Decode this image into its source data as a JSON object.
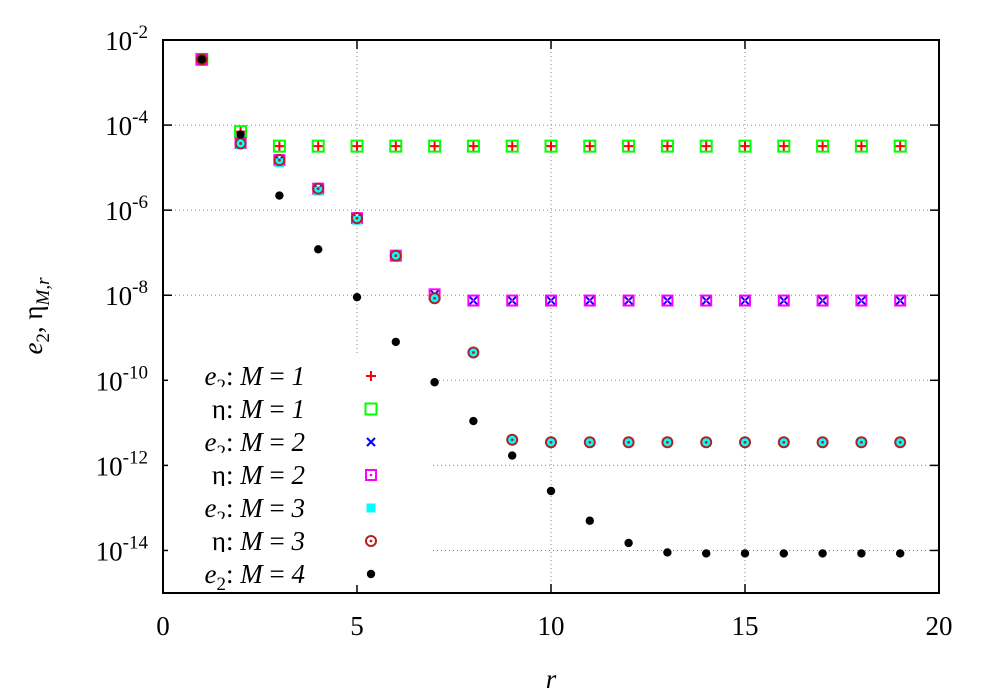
{
  "chart_data": {
    "type": "scatter",
    "x_axis": {
      "label": "r",
      "range": [
        0,
        20
      ],
      "ticks": [
        0,
        5,
        10,
        15,
        20
      ]
    },
    "y_axis": {
      "label_parts": [
        "e",
        "2",
        ", η",
        "M,r"
      ],
      "scale": "log",
      "range": [
        1e-15,
        0.01
      ],
      "ticks": [
        {
          "value": 0.01,
          "base": "10",
          "exp": "-2"
        },
        {
          "value": 0.0001,
          "base": "10",
          "exp": "-4"
        },
        {
          "value": 1e-06,
          "base": "10",
          "exp": "-6"
        },
        {
          "value": 1e-08,
          "base": "10",
          "exp": "-8"
        },
        {
          "value": 1e-10,
          "base": "10",
          "exp": "-10"
        },
        {
          "value": 1e-12,
          "base": "10",
          "exp": "-12"
        },
        {
          "value": 1e-14,
          "base": "10",
          "exp": "-14"
        }
      ]
    },
    "grid": true,
    "legend_position": "bottom-left",
    "series": [
      {
        "name": "e2: M = 1",
        "label_parts": [
          "e",
          "2",
          ": M = 1"
        ],
        "color": "#ff0000",
        "marker": "plus",
        "x": [
          1,
          2,
          3,
          4,
          5,
          6,
          7,
          8,
          9,
          10,
          11,
          12,
          13,
          14,
          15,
          16,
          17,
          18,
          19
        ],
        "y": [
          0.0035,
          7e-05,
          3.2e-05,
          3.2e-05,
          3.2e-05,
          3.2e-05,
          3.2e-05,
          3.2e-05,
          3.2e-05,
          3.2e-05,
          3.2e-05,
          3.2e-05,
          3.2e-05,
          3.2e-05,
          3.2e-05,
          3.2e-05,
          3.2e-05,
          3.2e-05,
          3.2e-05
        ]
      },
      {
        "name": "η: M = 1",
        "label_parts": [
          "η",
          "",
          ": M = 1"
        ],
        "color": "#00ff00",
        "marker": "square-open",
        "x": [
          1,
          2,
          3,
          4,
          5,
          6,
          7,
          8,
          9,
          10,
          11,
          12,
          13,
          14,
          15,
          16,
          17,
          18,
          19
        ],
        "y": [
          0.0035,
          7e-05,
          3.2e-05,
          3.2e-05,
          3.2e-05,
          3.2e-05,
          3.2e-05,
          3.2e-05,
          3.2e-05,
          3.2e-05,
          3.2e-05,
          3.2e-05,
          3.2e-05,
          3.2e-05,
          3.2e-05,
          3.2e-05,
          3.2e-05,
          3.2e-05,
          3.2e-05
        ]
      },
      {
        "name": "e2: M = 2",
        "label_parts": [
          "e",
          "2",
          ": M = 2"
        ],
        "color": "#0000ff",
        "marker": "cross",
        "x": [
          1,
          2,
          3,
          4,
          5,
          6,
          7,
          8,
          9,
          10,
          11,
          12,
          13,
          14,
          15,
          16,
          17,
          18,
          19
        ],
        "y": [
          0.0035,
          3.8e-05,
          1.5e-05,
          3.2e-06,
          6.5e-07,
          8.5e-08,
          1.05e-08,
          7.5e-09,
          7.5e-09,
          7.5e-09,
          7.5e-09,
          7.5e-09,
          7.5e-09,
          7.5e-09,
          7.5e-09,
          7.5e-09,
          7.5e-09,
          7.5e-09,
          7.5e-09
        ]
      },
      {
        "name": "η: M = 2",
        "label_parts": [
          "η",
          "",
          ": M = 2"
        ],
        "color": "#ff00ff",
        "marker": "square-open-dot",
        "x": [
          1,
          2,
          3,
          4,
          5,
          6,
          7,
          8,
          9,
          10,
          11,
          12,
          13,
          14,
          15,
          16,
          17,
          18,
          19
        ],
        "y": [
          0.0035,
          3.8e-05,
          1.5e-05,
          3.2e-06,
          6.5e-07,
          8.5e-08,
          1.05e-08,
          7.5e-09,
          7.5e-09,
          7.5e-09,
          7.5e-09,
          7.5e-09,
          7.5e-09,
          7.5e-09,
          7.5e-09,
          7.5e-09,
          7.5e-09,
          7.5e-09,
          7.5e-09
        ]
      },
      {
        "name": "e2: M = 3",
        "label_parts": [
          "e",
          "2",
          ": M = 3"
        ],
        "color": "#00ffff",
        "marker": "square-filled",
        "x": [
          1,
          2,
          3,
          4,
          5,
          6,
          7,
          8,
          9,
          10,
          11,
          12,
          13,
          14,
          15,
          16,
          17,
          18,
          19
        ],
        "y": [
          0.0035,
          3.5e-05,
          1.3e-05,
          2.8e-06,
          5.8e-07,
          8.5e-08,
          8.5e-09,
          4.5e-10,
          4e-12,
          3.5e-12,
          3.5e-12,
          3.5e-12,
          3.5e-12,
          3.5e-12,
          3.5e-12,
          3.5e-12,
          3.5e-12,
          3.5e-12,
          3.5e-12
        ]
      },
      {
        "name": "η: M = 3",
        "label_parts": [
          "η",
          "",
          ": M = 3"
        ],
        "color": "#b22222",
        "marker": "circle-open-dot",
        "x": [
          1,
          2,
          3,
          4,
          5,
          6,
          7,
          8,
          9,
          10,
          11,
          12,
          13,
          14,
          15,
          16,
          17,
          18,
          19
        ],
        "y": [
          0.0035,
          3.7e-05,
          1.5e-05,
          3.2e-06,
          6.5e-07,
          8.5e-08,
          8.5e-09,
          4.5e-10,
          4e-12,
          3.5e-12,
          3.5e-12,
          3.5e-12,
          3.5e-12,
          3.5e-12,
          3.5e-12,
          3.5e-12,
          3.5e-12,
          3.5e-12,
          3.5e-12
        ]
      },
      {
        "name": "e2: M = 4",
        "label_parts": [
          "e",
          "2",
          ": M = 4"
        ],
        "color": "#000000",
        "marker": "dot",
        "x": [
          1,
          2,
          3,
          4,
          5,
          6,
          7,
          8,
          9,
          10,
          11,
          12,
          13,
          14,
          15,
          16,
          17,
          18,
          19
        ],
        "y": [
          0.0035,
          6e-05,
          2.2e-06,
          1.2e-07,
          9e-09,
          8e-10,
          9e-11,
          1.1e-11,
          1.7e-12,
          2.5e-13,
          5e-14,
          1.5e-14,
          9e-15,
          8.5e-15,
          8.5e-15,
          8.5e-15,
          8.5e-15,
          8.5e-15,
          8.5e-15
        ]
      }
    ]
  }
}
